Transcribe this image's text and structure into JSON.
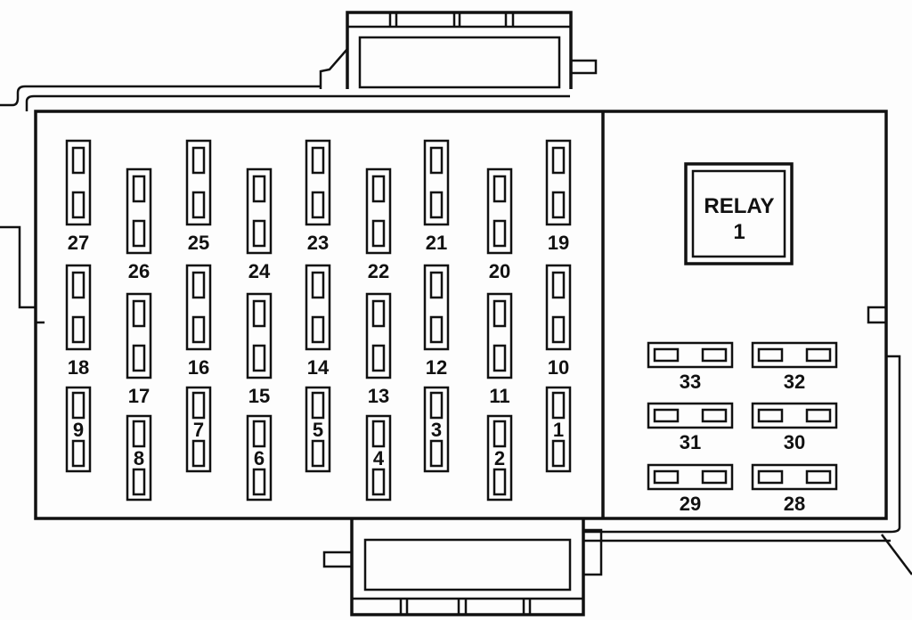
{
  "diagram": {
    "relay": {
      "line1": "RELAY",
      "line2": "1"
    },
    "vertical_fuses": {
      "columns": [
        [
          "27",
          "18",
          "9"
        ],
        [
          "26",
          "17",
          "8"
        ],
        [
          "25",
          "16",
          "7"
        ],
        [
          "24",
          "15",
          "6"
        ],
        [
          "23",
          "14",
          "5"
        ],
        [
          "22",
          "13",
          "4"
        ],
        [
          "21",
          "12",
          "3"
        ],
        [
          "20",
          "11",
          "2"
        ],
        [
          "19",
          "10",
          "1"
        ]
      ]
    },
    "horizontal_fuses": {
      "rows": [
        [
          "33",
          "32"
        ],
        [
          "31",
          "30"
        ],
        [
          "29",
          "28"
        ]
      ]
    },
    "colors": {
      "line": "#111111",
      "background": "#fdfdfd"
    }
  }
}
